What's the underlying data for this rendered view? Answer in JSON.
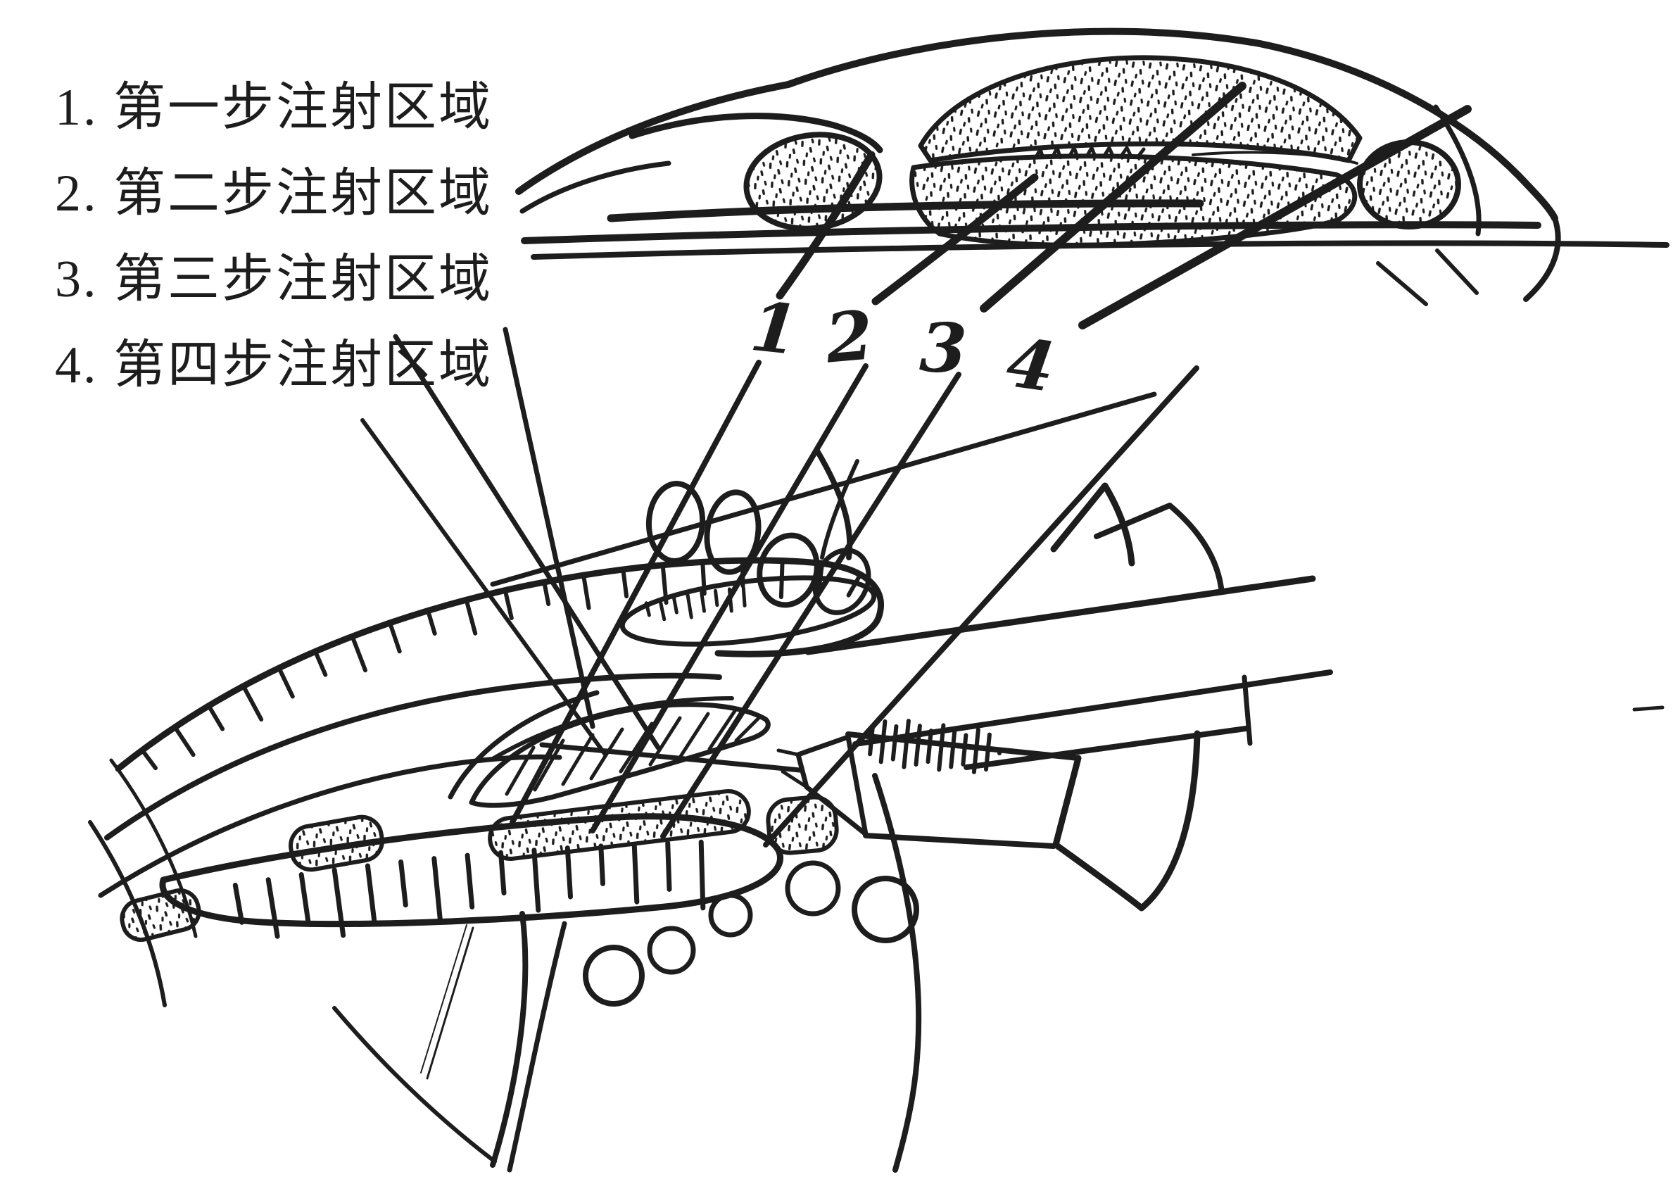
{
  "figure": {
    "type": "hand-drawn medical illustration, injection steps of vocal fold",
    "background_color": "#ffffff",
    "ink_color": "#1d1d1d",
    "legend": {
      "items": [
        {
          "label": "1. 第一步注射区域"
        },
        {
          "label": "2. 第二步注射区域"
        },
        {
          "label": "3. 第三步注射区域"
        },
        {
          "label": "4. 第四步注射区域"
        }
      ]
    },
    "steps": [
      {
        "number": "1"
      },
      {
        "number": "2"
      },
      {
        "number": "3"
      },
      {
        "number": "4"
      }
    ]
  }
}
